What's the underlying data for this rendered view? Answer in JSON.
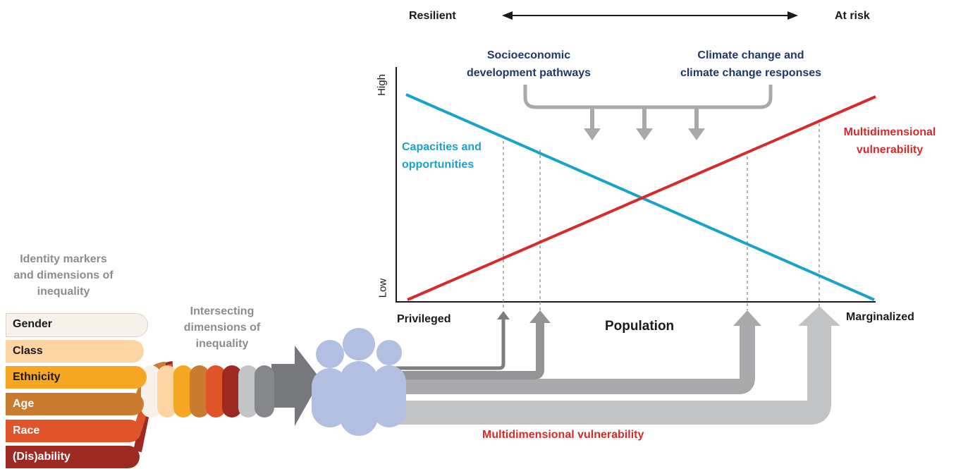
{
  "spectrum": {
    "left": "Resilient",
    "right": "At risk"
  },
  "drivers": {
    "left": [
      "Socioeconomic",
      "development pathways"
    ],
    "right": [
      "Climate change and",
      "climate change responses"
    ]
  },
  "axes": {
    "y_high": "High",
    "y_low": "Low",
    "x_left": "Privileged",
    "x_center": "Population",
    "x_right": "Marginalized"
  },
  "lines": {
    "capacities": [
      "Capacities and",
      "opportunities"
    ],
    "vulnerability": [
      "Multidimensional",
      "vulnerability"
    ]
  },
  "identity": {
    "title": [
      "Identity markers",
      "and dimensions of",
      "inequality"
    ],
    "markers": [
      "Gender",
      "Class",
      "Ethnicity",
      "Age",
      "Race",
      "(Dis)ability"
    ]
  },
  "intersecting": [
    "Intersecting",
    "dimensions of",
    "inequality"
  ],
  "bottom_label": "Multidimensional vulnerability",
  "colors": {
    "navy": "#1f3a64",
    "cyan": "#1aa2cc",
    "red": "#d62b2b",
    "gray": "#8c8c8c",
    "people": "#b3bfe0",
    "markers": [
      "#f7f1e9",
      "#fdd5a5",
      "#f5a622",
      "#c97b30",
      "#e0542a",
      "#9c2a23"
    ]
  },
  "icons": [
    "double-headed-arrow-icon",
    "bracket-icon",
    "down-arrow-icon",
    "people-icon",
    "up-arrow-icon"
  ]
}
